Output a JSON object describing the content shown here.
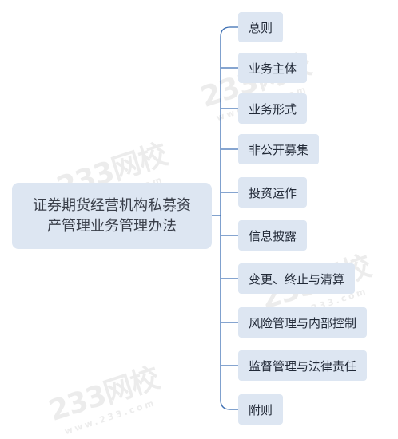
{
  "root": {
    "label": "证券期货经营机构私募资产管理业务管理办法"
  },
  "branches": [
    {
      "label": "总则"
    },
    {
      "label": "业务主体"
    },
    {
      "label": "业务形式"
    },
    {
      "label": "非公开募集"
    },
    {
      "label": "投资运作"
    },
    {
      "label": "信息披露"
    },
    {
      "label": "变更、终止与清算"
    },
    {
      "label": "风险管理与内部控制"
    },
    {
      "label": "监督管理与法律责任"
    },
    {
      "label": "附则"
    }
  ],
  "colors": {
    "node_fill": "#dde6f2",
    "connector": "#3d6fb3",
    "text": "#222a38"
  },
  "watermark": {
    "brand": "233网校",
    "url": "www.233.com"
  }
}
